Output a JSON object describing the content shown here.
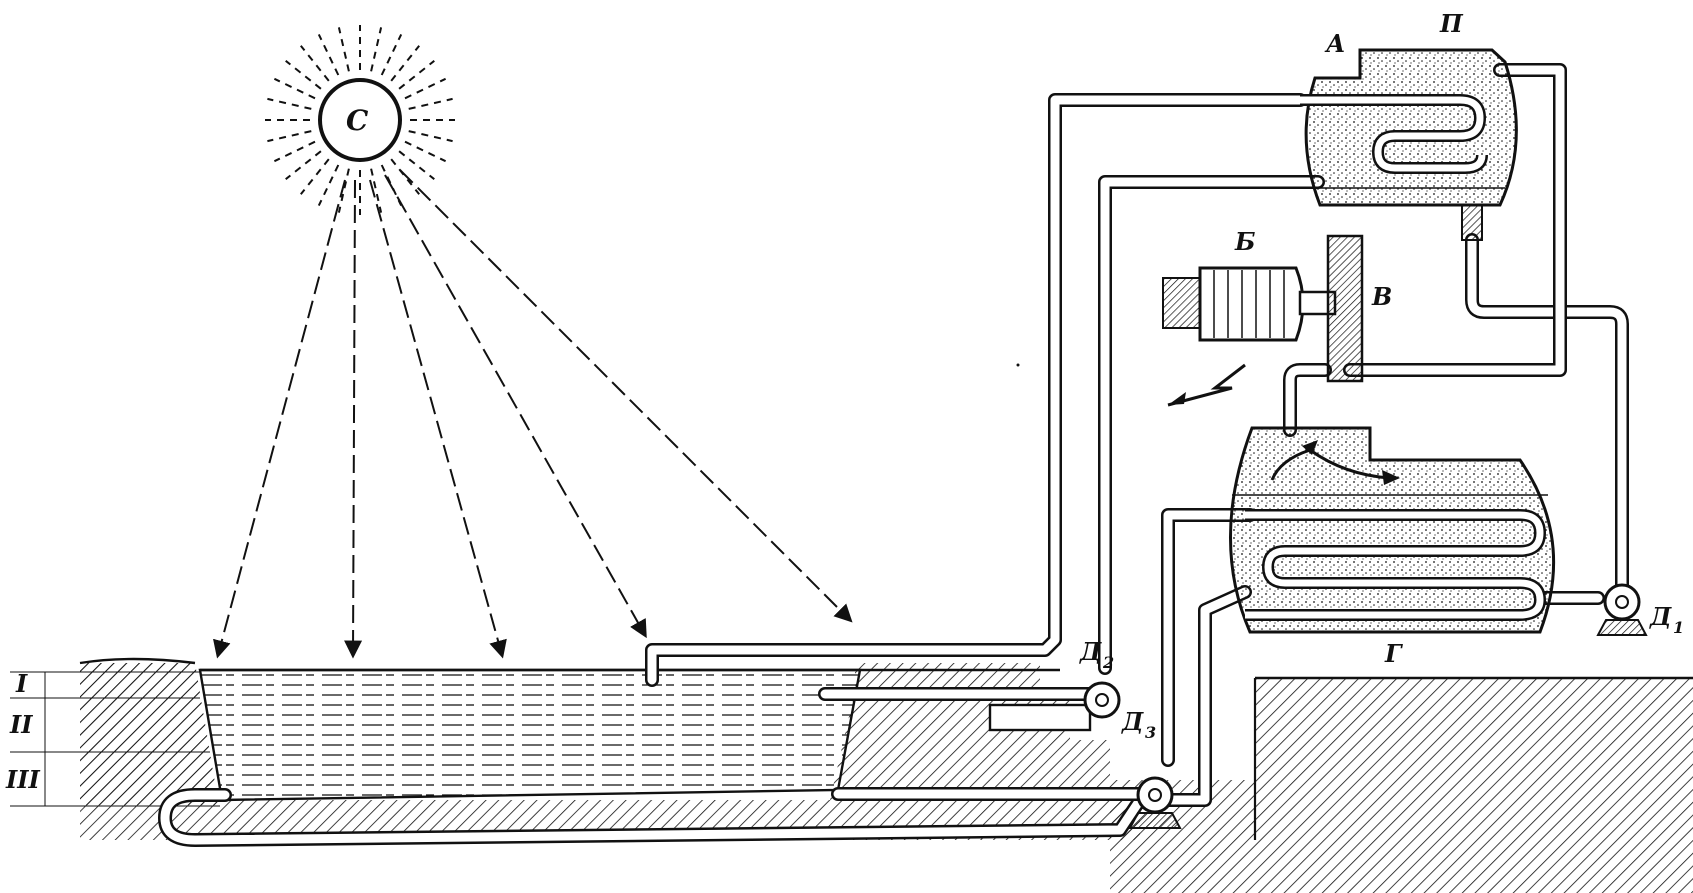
{
  "labels": {
    "sun": "С",
    "a": "А",
    "p": "П",
    "b": "Б",
    "v": "В",
    "g": "Г",
    "d1": "Д",
    "d1_sub": "1",
    "d2": "Д",
    "d2_sub": "2",
    "d3": "Д",
    "d3_sub": "3"
  },
  "layers": {
    "l1": "I",
    "l2": "II",
    "l3": "III"
  },
  "colors": {
    "ink": "#111111",
    "paper": "#ffffff"
  }
}
